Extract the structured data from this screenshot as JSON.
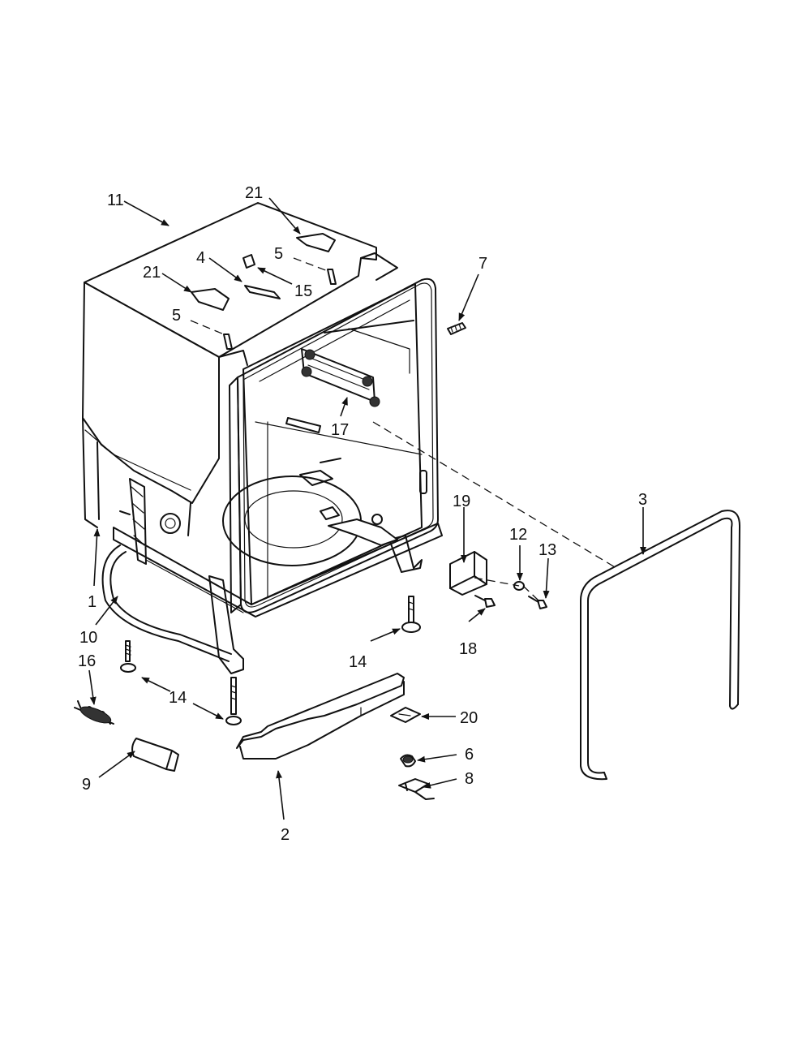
{
  "callouts": {
    "c1": "1",
    "c2": "2",
    "c3": "3",
    "c4": "4",
    "c5a": "5",
    "c5b": "5",
    "c6": "6",
    "c7": "7",
    "c8": "8",
    "c9": "9",
    "c10": "10",
    "c11": "11",
    "c12": "12",
    "c13": "13",
    "c14a": "14",
    "c14b": "14",
    "c15": "15",
    "c16": "16",
    "c17": "17",
    "c18": "18",
    "c19": "19",
    "c20": "20",
    "c21a": "21",
    "c21b": "21"
  },
  "colors": {
    "line": "#111111",
    "background": "#ffffff"
  }
}
